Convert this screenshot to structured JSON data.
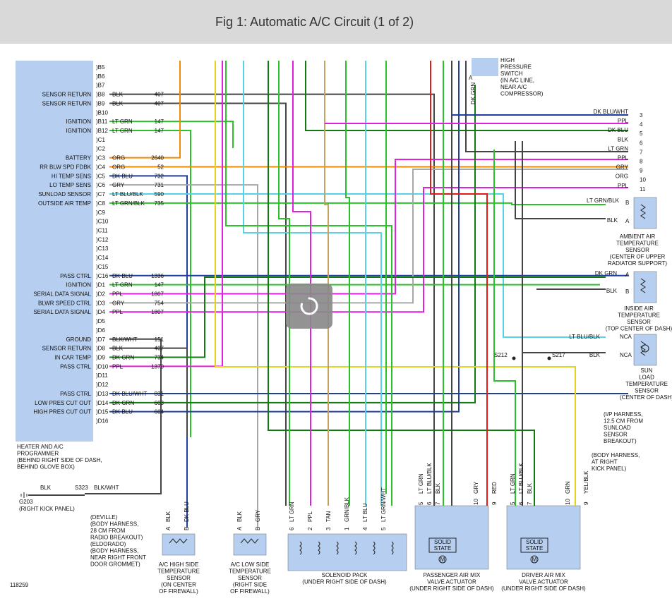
{
  "title": "Fig 1: Automatic A/C Circuit (1 of 2)",
  "figure_number": "118259",
  "colors": {
    "header_bg": "#d9d9d9",
    "module_fill": "#b6cff0",
    "wire_blk": "#444444",
    "wire_dk_blu": "#1f3f9f",
    "wire_lt_grn": "#29c229",
    "wire_dk_grn": "#127a12",
    "wire_ppl": "#e31ee3",
    "wire_org": "#f08a00",
    "wire_gry": "#a8a8a8",
    "wire_lt_blu": "#56d3e6",
    "wire_red": "#e11919",
    "wire_yel": "#e6d21e",
    "wire_tan": "#c8a060"
  },
  "programmer": {
    "label": [
      "HEATER AND A/C",
      "PROGRAMMER",
      "(BEHIND RIGHT SIDE OF DASH,",
      "BEHIND GLOVE BOX)"
    ],
    "pins": [
      {
        "pin": "B5"
      },
      {
        "pin": "B6"
      },
      {
        "pin": "B7"
      },
      {
        "pin": "B8",
        "name": "SENSOR RETURN",
        "color": "BLK",
        "circuit": "407"
      },
      {
        "pin": "B9",
        "name": "SENSOR RETURN",
        "color": "BLK",
        "circuit": "407"
      },
      {
        "pin": "B10"
      },
      {
        "pin": "B11",
        "name": "IGNITION",
        "color": "LT GRN",
        "circuit": "147"
      },
      {
        "pin": "B12",
        "name": "IGNITION",
        "color": "LT GRN",
        "circuit": "147"
      },
      {
        "pin": "C1"
      },
      {
        "pin": "C2"
      },
      {
        "pin": "C3",
        "name": "BATTERY",
        "color": "ORG",
        "circuit": "2640"
      },
      {
        "pin": "C4",
        "name": "RR BLW SPD FDBK",
        "color": "ORG",
        "circuit": "52"
      },
      {
        "pin": "C5",
        "name": "HI TEMP SENS",
        "color": "DK BLU",
        "circuit": "732"
      },
      {
        "pin": "C6",
        "name": "LO TEMP SENS",
        "color": "GRY",
        "circuit": "731"
      },
      {
        "pin": "C7",
        "name": "SUNLOAD SENSOR",
        "color": "LT BLU/BLK",
        "circuit": "590"
      },
      {
        "pin": "C8",
        "name": "OUTSIDE AIR TEMP",
        "color": "LT GRN/BLK",
        "circuit": "735"
      },
      {
        "pin": "C9"
      },
      {
        "pin": "C10"
      },
      {
        "pin": "C11"
      },
      {
        "pin": "C12"
      },
      {
        "pin": "C13"
      },
      {
        "pin": "C14"
      },
      {
        "pin": "C15"
      },
      {
        "pin": "C16",
        "name": "PASS CTRL",
        "color": "DK BLU",
        "circuit": "1336"
      },
      {
        "pin": "D1",
        "name": "IGNITION",
        "color": "LT GRN",
        "circuit": "147"
      },
      {
        "pin": "D2",
        "name": "SERIAL DATA SIGNAL",
        "color": "PPL",
        "circuit": "1807"
      },
      {
        "pin": "D3",
        "name": "BLWR SPEED CTRL",
        "color": "GRY",
        "circuit": "754"
      },
      {
        "pin": "D4",
        "name": "SERIAL DATA SIGNAL",
        "color": "PPL",
        "circuit": "1807"
      },
      {
        "pin": "D5"
      },
      {
        "pin": "D6"
      },
      {
        "pin": "D7",
        "name": "GROUND",
        "color": "BLK/WHT",
        "circuit": "151"
      },
      {
        "pin": "D8",
        "name": "SENSOR RETURN",
        "color": "BLK",
        "circuit": "407"
      },
      {
        "pin": "D9",
        "name": "IN CAR TEMP",
        "color": "DK GRN",
        "circuit": "734"
      },
      {
        "pin": "D10",
        "name": "PASS CTRL",
        "color": "PPL",
        "circuit": "1370"
      },
      {
        "pin": "D11"
      },
      {
        "pin": "D12"
      },
      {
        "pin": "D13",
        "name": "PASS CTRL",
        "color": "DK BLU/WHT",
        "circuit": "831"
      },
      {
        "pin": "D14",
        "name": "LOW PRES CUT OUT",
        "color": "DK GRN",
        "circuit": "603"
      },
      {
        "pin": "D15",
        "name": "HIGH PRES CUT OUT",
        "color": "DK BLU",
        "circuit": "604"
      },
      {
        "pin": "D16"
      }
    ]
  },
  "right_connector": [
    {
      "num": "3",
      "color": "DK BLU/WHT"
    },
    {
      "num": "4",
      "color": "PPL"
    },
    {
      "num": "5",
      "color": "DK BLU"
    },
    {
      "num": "6",
      "color": "BLK"
    },
    {
      "num": "7",
      "color": "LT GRN"
    },
    {
      "num": "8",
      "color": "PPL"
    },
    {
      "num": "9",
      "color": "GRY"
    },
    {
      "num": "10",
      "color": "ORG"
    },
    {
      "num": "11",
      "color": "PPL"
    }
  ],
  "high_pressure_switch": {
    "pin": "A",
    "color": "DK GRN",
    "label": [
      "HIGH",
      "PRESSURE",
      "SWITCH",
      "(IN A/C LINE,",
      "NEAR A/C",
      "COMPRESSOR)"
    ]
  },
  "ambient_sensor": {
    "wires": [
      {
        "color": "LT GRN/BLK",
        "pin": "B"
      },
      {
        "color": "BLK",
        "pin": "A"
      }
    ],
    "label": [
      "AMBIENT AIR",
      "TEMPERATURE",
      "SENSOR",
      "(CENTER OF UPPER",
      "RADIATOR SUPPORT)"
    ]
  },
  "inside_sensor": {
    "wires": [
      {
        "color": "DK GRN",
        "pin": "A"
      },
      {
        "color": "BLK",
        "pin": "B"
      }
    ],
    "label": [
      "INSIDE AIR",
      "TEMPERATURE",
      "SENSOR",
      "(TOP CENTER OF DASH)"
    ]
  },
  "sun_sensor": {
    "wires": [
      {
        "color": "LT BLU/BLK",
        "pin": "NCA"
      },
      {
        "color": "BLK",
        "pin": "NCA"
      }
    ],
    "label": [
      "SUN",
      "LOAD",
      "TEMPERATURE",
      "SENSOR",
      "(CENTER OF DASH)"
    ]
  },
  "splices": {
    "s212": "S212",
    "s217": "S217",
    "s323": "S323",
    "g203": "G203",
    "g203_note": "(RIGHT KICK PANEL)",
    "ground_blk": "BLK",
    "ground_blkwht": "BLK/WHT",
    "ip_harness": [
      "(I/P HARNESS,",
      "12.5 CM FROM",
      "SUNLOAD",
      "SENSOR",
      "BREAKOUT)"
    ],
    "body_harness": [
      "(BODY HARNESS,",
      "AT RIGHT",
      "KICK PANEL)"
    ],
    "deville": [
      "(DEVILLE)",
      "(BODY HARNESS,",
      "28 CM FROM",
      "RADIO BREAKOUT)",
      "(ELDORADO)",
      "(BODY HARNESS,",
      "NEAR RIGHT FRONT",
      "DOOR GROMMET)"
    ]
  },
  "hi_side_sensor": {
    "pins": [
      {
        "pin": "A",
        "color": "BLK"
      },
      {
        "pin": "B",
        "color": "DK BLU"
      }
    ],
    "label": [
      "A/C HIGH SIDE",
      "TEMPERATURE",
      "SENSOR",
      "(ON CENTER",
      "OF FIREWALL)"
    ]
  },
  "lo_side_sensor": {
    "pins": [
      {
        "pin": "A",
        "color": "BLK"
      },
      {
        "pin": "B",
        "color": "GRY"
      }
    ],
    "label": [
      "A/C LOW SIDE",
      "TEMPERATURE",
      "SENSOR",
      "(RIGHT SIDE",
      "OF FIREWALL)"
    ]
  },
  "solenoid_pack": {
    "pins": [
      {
        "pin": "6",
        "color": "LT GRN"
      },
      {
        "pin": "2",
        "color": "PPL"
      },
      {
        "pin": "3",
        "color": "TAN"
      },
      {
        "pin": "1",
        "color": "GRN/BLK"
      },
      {
        "pin": "4",
        "color": "LT BLU"
      },
      {
        "pin": "5",
        "color": "LT GRN/WHT"
      }
    ],
    "label": [
      "SOLENOID PACK",
      "(UNDER RIGHT SIDE OF DASH)"
    ]
  },
  "passenger_actuator": {
    "pins": [
      {
        "pin": "5",
        "color": "LT GRN"
      },
      {
        "pin": "6",
        "color": "LT BLU/BLK"
      },
      {
        "pin": "7",
        "color": "BLK"
      },
      {
        "pin": "10",
        "color": "GRY"
      },
      {
        "pin": "9",
        "color": "RED"
      }
    ],
    "solid_state": [
      "SOLID",
      "STATE"
    ],
    "motor": "M",
    "label": [
      "PASSENGER AIR MIX",
      "VALVE ACTUATOR",
      "(UNDER RIGHT SIDE OF DASH)"
    ]
  },
  "driver_actuator": {
    "pins": [
      {
        "pin": "5",
        "color": "LT GRN"
      },
      {
        "pin": "6",
        "color": "LT BLU/BLK"
      },
      {
        "pin": "7",
        "color": "BLK"
      },
      {
        "pin": "10",
        "color": "GRN"
      },
      {
        "pin": "9",
        "color": "YEL/BLK"
      }
    ],
    "solid_state": [
      "SOLID",
      "STATE"
    ],
    "motor": "M",
    "label": [
      "DRIVER AIR MIX",
      "VALVE ACTUATOR",
      "(UNDER RIGHT SIDE OF DASH)"
    ]
  }
}
